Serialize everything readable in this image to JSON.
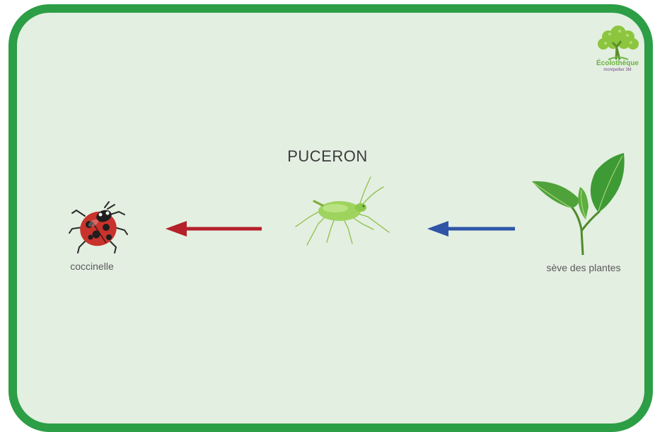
{
  "title": "PUCERON",
  "nodes": {
    "predator": {
      "label": "coccinelle",
      "icon": "ladybug-icon"
    },
    "center": {
      "label": "",
      "icon": "aphid-icon"
    },
    "source": {
      "label": "sève des plantes",
      "icon": "plant-leaves-icon"
    }
  },
  "arrows": {
    "center_to_predator": {
      "color": "#b5202a"
    },
    "source_to_center": {
      "color": "#2e55a6"
    }
  },
  "logo": {
    "name": "Écolothèque",
    "sub": "montpellier 3M",
    "icon": "tree-logo-icon"
  },
  "colors": {
    "border": "#2c9e46",
    "background": "#e3efe1"
  }
}
